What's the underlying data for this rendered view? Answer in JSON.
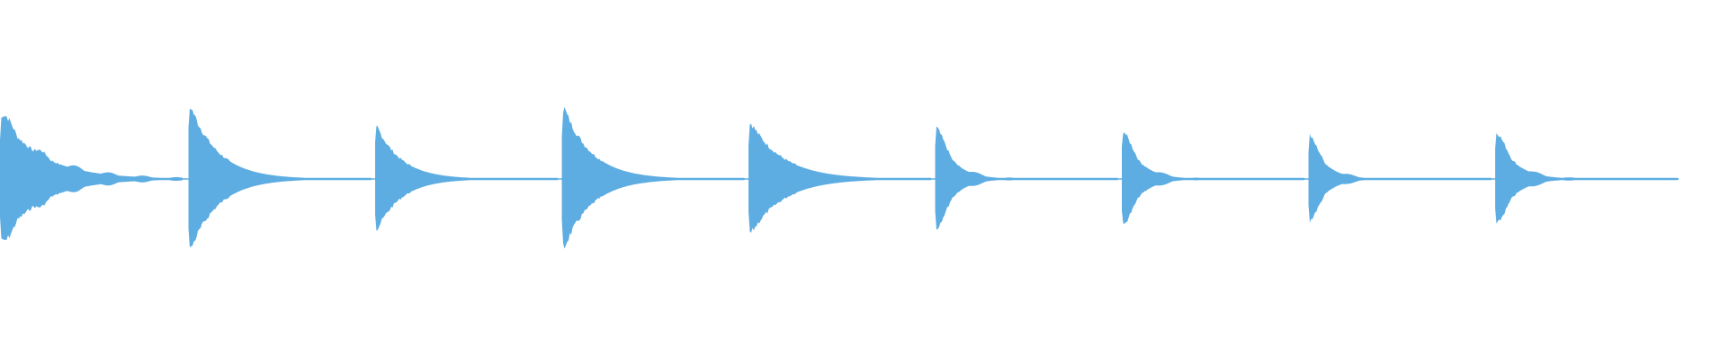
{
  "waveform": {
    "color": "#5dade2",
    "background": "#ffffff",
    "hits": [
      {
        "index": 1,
        "peak": 0.83,
        "decay": 0.5,
        "ripple": true
      },
      {
        "index": 2,
        "peak": 1.0,
        "decay": 0.3,
        "ripple": false
      },
      {
        "index": 3,
        "peak": 0.72,
        "decay": 0.25,
        "ripple": false
      },
      {
        "index": 4,
        "peak": 0.98,
        "decay": 0.3,
        "ripple": false
      },
      {
        "index": 5,
        "peak": 0.77,
        "decay": 0.38,
        "ripple": false
      },
      {
        "index": 6,
        "peak": 0.7,
        "decay": 0.12,
        "ripple": true
      },
      {
        "index": 7,
        "peak": 0.66,
        "decay": 0.12,
        "ripple": true
      },
      {
        "index": 8,
        "peak": 0.6,
        "decay": 0.1,
        "ripple": true
      },
      {
        "index": 9,
        "peak": 0.64,
        "decay": 0.14,
        "ripple": true
      }
    ]
  }
}
